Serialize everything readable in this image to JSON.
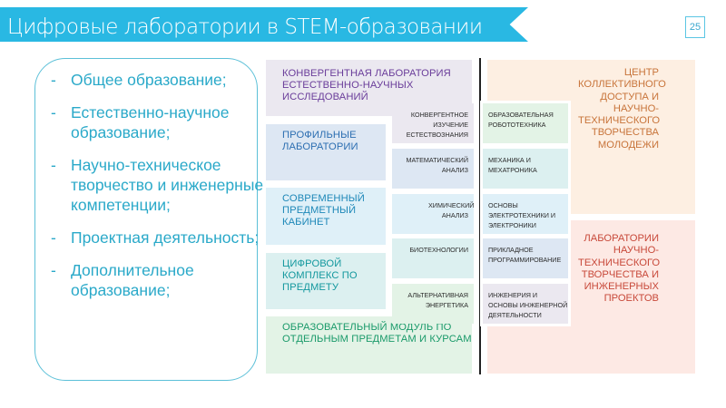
{
  "header": {
    "title": "Цифровые лаборатории в STEM-образовании",
    "page_number": "25",
    "ribbon_color": "#29b8e3"
  },
  "left_panel": {
    "items": [
      {
        "dash": "-",
        "label": "Общее образование;"
      },
      {
        "dash": "-",
        "label": "Естественно-научное образование;"
      },
      {
        "dash": "-",
        "label": "Научно-техническое творчество и инженерные компетенции;"
      },
      {
        "dash": "-",
        "label": "Проектная деятельность;"
      },
      {
        "dash": "-",
        "label": "Дополнительное образование;"
      }
    ],
    "text_color": "#2aa9c9"
  },
  "diagram": {
    "left_blocks": [
      {
        "label": "КОНВЕРГЕНТНАЯ ЛАБОРАТОРИЯ ЕСТЕСТВЕННО-НАУЧНЫХ ИССЛЕДОВАНИЙ",
        "color": "#6a3d9a",
        "bg": "#ebe8f0"
      },
      {
        "label": "ПРОФИЛЬНЫЕ ЛАБОРАТОРИИ",
        "color": "#2d6fb2",
        "bg": "#dde7f3"
      },
      {
        "label": "СОВРЕМЕННЫЙ ПРЕДМЕТНЫЙ КАБИНЕТ",
        "color": "#1e88b8",
        "bg": "#dff0f8"
      },
      {
        "label": "ЦИФРОВОЙ КОМПЛЕКС ПО ПРЕДМЕТУ",
        "color": "#13989e",
        "bg": "#dcf0f0"
      },
      {
        "label": "ОБРАЗОВАТЕЛЬНЫЙ МОДУЛЬ ПО ОТДЕЛЬНЫМ ПРЕДМЕТАМ И КУРСАМ",
        "color": "#1a9a6a",
        "bg": "#e3f3e6"
      }
    ],
    "middle_left_cells": [
      {
        "label": "КОНВЕРГЕНТНОЕ ИЗУЧЕНИЕ ЕСТЕСТВОЗНАНИЯ",
        "bg": "#ebe8f0"
      },
      {
        "label": "МАТЕМАТИЧЕСКИЙ АНАЛИЗ",
        "bg": "#dde7f3"
      },
      {
        "label": "ХИМИЧЕСКИЙ АНАЛИЗ",
        "bg": "#dff0f8"
      },
      {
        "label": "БИОТЕХНОЛОГИИ",
        "bg": "#dcf0f0"
      },
      {
        "label": "АЛЬТЕРНАТИВНАЯ ЭНЕРГЕТИКА",
        "bg": "#e3f3e6"
      }
    ],
    "middle_right_cells": [
      {
        "label": "ОБРАЗОВАТЕЛЬНАЯ РОБОТОТЕХНИКА",
        "bg": "#e3f3e6"
      },
      {
        "label": "МЕХАНИКА И МЕХАТРОНИКА",
        "bg": "#dcf0f0"
      },
      {
        "label": "ОСНОВЫ ЭЛЕКТРОТЕХНИКИ И ЭЛЕКТРОНИКИ",
        "bg": "#dff0f8"
      },
      {
        "label": "ПРИКЛАДНОЕ ПРОГРАММИРОВАНИЕ",
        "bg": "#dde7f3"
      },
      {
        "label": "ИНЖЕНЕРИЯ И ОСНОВЫ ИНЖЕНЕРНОЙ ДЕЯТЕЛЬНОСТИ",
        "bg": "#ebe8f0"
      }
    ],
    "right_blocks": [
      {
        "label": "ЦЕНТР КОЛЛЕКТИВНОГО ДОСТУПА И НАУЧНО-ТЕХНИЧЕСКОГО ТВОРЧЕСТВА МОЛОДЕЖИ",
        "color": "#c8743a",
        "bg": "#fdefe2"
      },
      {
        "label": "ЛАБОРАТОРИИ НАУЧНО-ТЕХНИЧЕСКОГО ТВОРЧЕСТВА И ИНЖЕНЕРНЫХ ПРОЕКТОВ",
        "color": "#c8493a",
        "bg": "#fde9e4"
      }
    ]
  }
}
